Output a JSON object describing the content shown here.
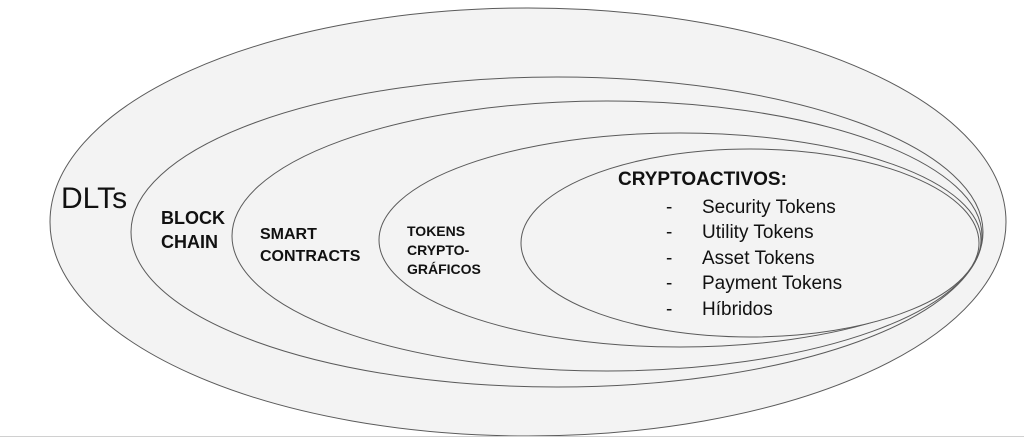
{
  "layers": [
    {
      "label_lines": [
        "DLTs"
      ]
    },
    {
      "label_lines": [
        "BLOCK",
        "CHAIN"
      ]
    },
    {
      "label_lines": [
        "SMART",
        "CONTRACTS"
      ]
    },
    {
      "label_lines": [
        "TOKENS",
        "CRYPTO-",
        "GRÁFICOS"
      ]
    }
  ],
  "cryptoactivos": {
    "title": "CRYPTOACTIVOS:",
    "bullet": "-",
    "items": [
      "Security Tokens",
      "Utility Tokens",
      "Asset Tokens",
      "Payment Tokens",
      "Híbridos"
    ]
  },
  "colors": {
    "fill": "#f3f3f3",
    "stroke": "#5a5a5a",
    "text": "#111111"
  }
}
